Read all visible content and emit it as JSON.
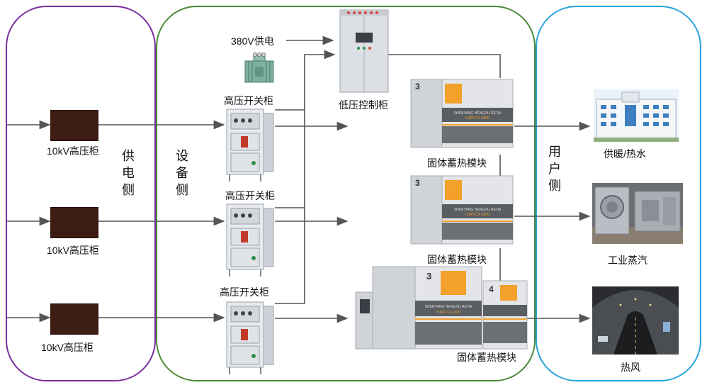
{
  "zones": {
    "supply": "供电侧",
    "equipment": "设备侧",
    "user": "用户侧"
  },
  "supply_cabinets": [
    "10kV高压柜",
    "10kV高压柜",
    "10kV高压柜"
  ],
  "switchgear_labels": [
    "高压开关柜",
    "高压开关柜",
    "高压开关柜"
  ],
  "power_380": "380V供电",
  "low_voltage_cabinet": "低压控制柜",
  "storage_modules": [
    "固体蓄热模块",
    "固体蓄热模块",
    "固体蓄热模块"
  ],
  "module_brand": "SHENYANG HENGJIU RETAI",
  "module_model": "HJRT-CX-2800",
  "module_numbers": [
    "3",
    "3",
    "3",
    "4"
  ],
  "outputs": [
    "供暖/热水",
    "工业蒸汽",
    "热风"
  ],
  "colors": {
    "supply_border": "#7a2fa0",
    "equipment_border": "#4b8a3a",
    "user_border": "#29a3dc",
    "hv_box": "#3d1d13",
    "module_accent": "#f3a12a"
  }
}
